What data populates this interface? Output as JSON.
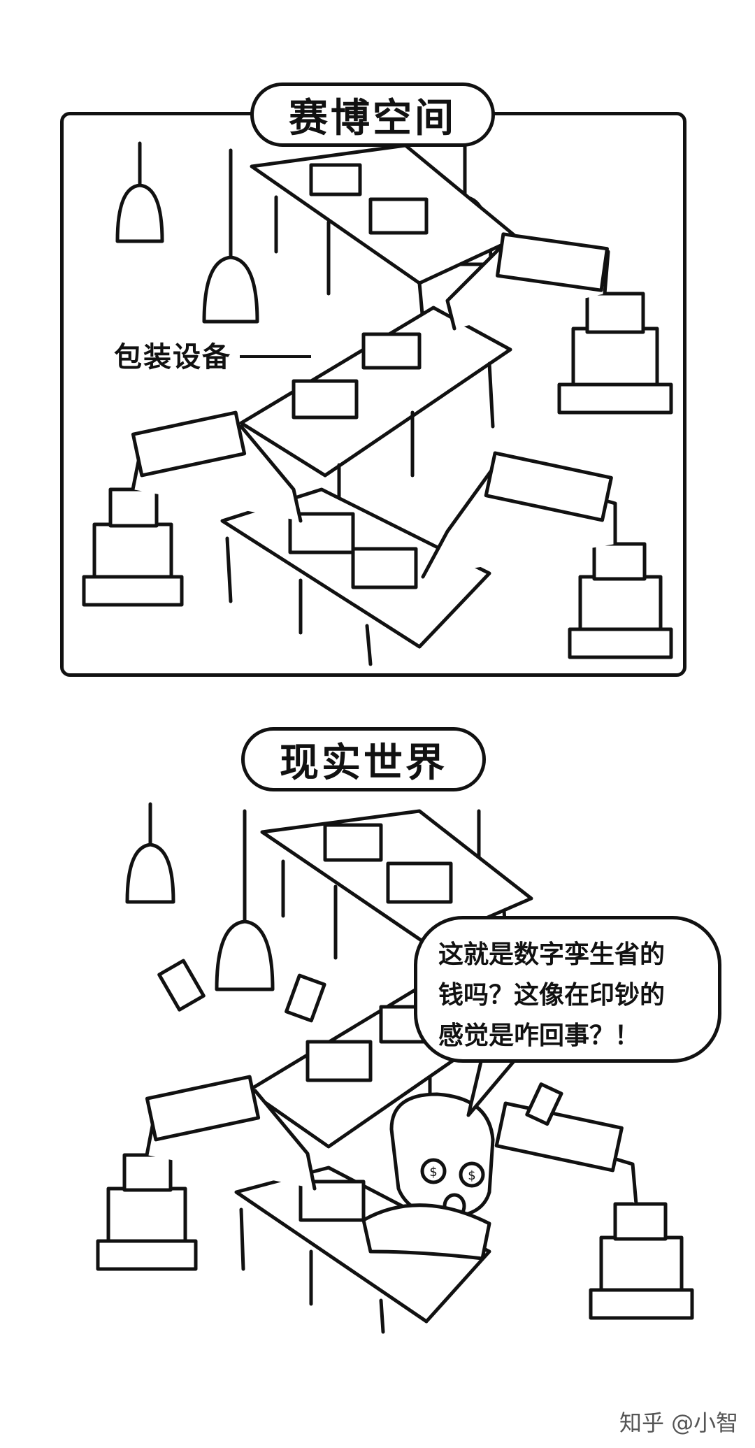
{
  "panels": {
    "top": {
      "title": "赛博空间",
      "label": "包装设备"
    },
    "bottom": {
      "title": "现实世界",
      "speech": [
        "这就是数字孪生省的",
        "钱吗？这像在印钞的",
        "感觉是咋回事？！"
      ]
    }
  },
  "watermark": "知乎 @小智"
}
